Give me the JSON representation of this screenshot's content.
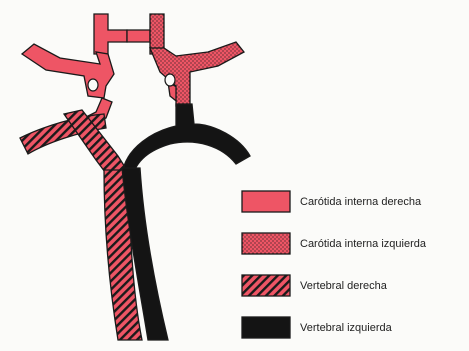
{
  "legend": {
    "items": [
      {
        "label": "Carótida interna derecha",
        "pattern": "solid-red"
      },
      {
        "label": "Carótida interna izquierda",
        "pattern": "dotted-red"
      },
      {
        "label": "Vertebral derecha",
        "pattern": "hatched-red"
      },
      {
        "label": "Vertebral izquierda",
        "pattern": "solid-black"
      }
    ]
  },
  "colors": {
    "red": "#ee5565",
    "black": "#141414",
    "outline": "#1a1a1a",
    "background": "#fbfbf9"
  }
}
